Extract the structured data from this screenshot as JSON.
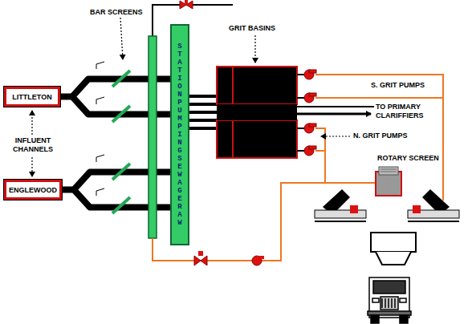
{
  "diagram": {
    "nodes": [
      {
        "text": [
          "LITTLETON"
        ]
      },
      {
        "text": [
          "ENGLEWOOD"
        ]
      },
      {
        "text": [
          "STATION PUMPING SEWAGE RAW"
        ]
      }
    ],
    "edges": [
      {
        "from": 0,
        "to": 2,
        "arrow": "none"
      },
      {
        "from": 1,
        "to": 2,
        "arrow": "none"
      }
    ],
    "labels": [
      "BAR SCREENS",
      "INFLUENT CHANNELS",
      "GRIT BASINS",
      "S. GRIT PUMPS",
      "TO PRIMARY CLARIFFIERS",
      "N. GRIT PUMPS",
      "ROTARY SCREEN"
    ]
  }
}
